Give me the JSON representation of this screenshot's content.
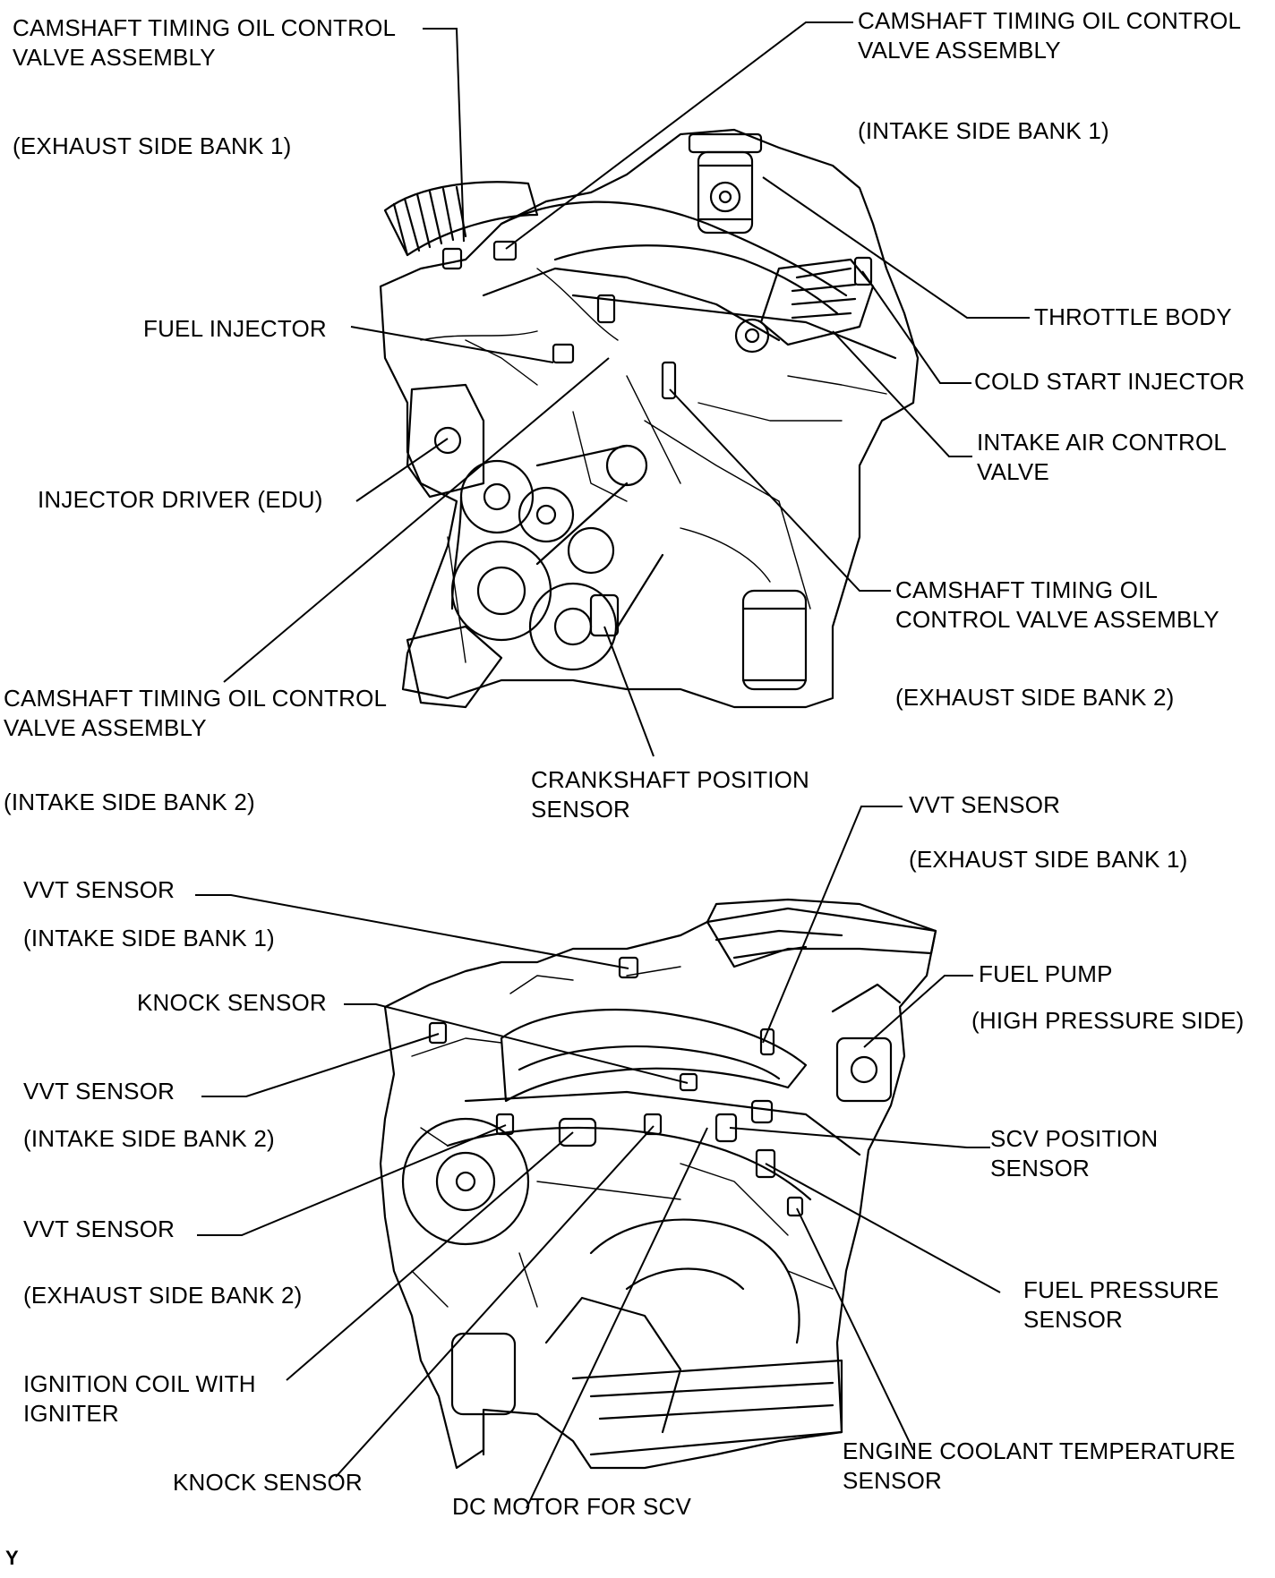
{
  "figure_id": "Y",
  "top_engine": {
    "labels": {
      "cam_ocv_exhaust_b1": "CAMSHAFT TIMING OIL CONTROL\nVALVE ASSEMBLY",
      "cam_ocv_exhaust_b1_note": "(EXHAUST SIDE BANK 1)",
      "cam_ocv_intake_b1": "CAMSHAFT TIMING OIL CONTROL\nVALVE ASSEMBLY",
      "cam_ocv_intake_b1_note": "(INTAKE SIDE BANK 1)",
      "fuel_injector": "FUEL INJECTOR",
      "throttle_body": "THROTTLE BODY",
      "cold_start_injector": "COLD START INJECTOR",
      "intake_air_control_valve": "INTAKE AIR CONTROL\nVALVE",
      "injector_driver": "INJECTOR DRIVER (EDU)",
      "cam_ocv_exhaust_b2": "CAMSHAFT TIMING OIL\nCONTROL VALVE ASSEMBLY",
      "cam_ocv_exhaust_b2_note": "(EXHAUST SIDE BANK 2)",
      "cam_ocv_intake_b2": "CAMSHAFT TIMING OIL CONTROL\nVALVE ASSEMBLY",
      "cam_ocv_intake_b2_note": "(INTAKE SIDE BANK 2)",
      "crankshaft_position_sensor": "CRANKSHAFT POSITION\nSENSOR"
    }
  },
  "bottom_engine": {
    "labels": {
      "vvt_exhaust_b1": "VVT SENSOR",
      "vvt_exhaust_b1_note": "(EXHAUST SIDE BANK 1)",
      "vvt_intake_b1": "VVT SENSOR",
      "vvt_intake_b1_note": "(INTAKE SIDE BANK 1)",
      "fuel_pump": "FUEL PUMP",
      "fuel_pump_note": "(HIGH PRESSURE SIDE)",
      "knock_sensor_upper": "KNOCK SENSOR",
      "vvt_intake_b2": "VVT SENSOR",
      "vvt_intake_b2_note": "(INTAKE SIDE BANK 2)",
      "scv_position_sensor": "SCV POSITION\nSENSOR",
      "vvt_exhaust_b2": "VVT SENSOR",
      "vvt_exhaust_b2_note": "(EXHAUST SIDE BANK 2)",
      "fuel_pressure_sensor": "FUEL PRESSURE\nSENSOR",
      "ignition_coil": "IGNITION COIL WITH\nIGNITER",
      "knock_sensor_lower": "KNOCK SENSOR",
      "dc_motor_scv": "DC MOTOR FOR SCV",
      "engine_coolant_temp_sensor": "ENGINE COOLANT TEMPERATURE\nSENSOR"
    }
  }
}
